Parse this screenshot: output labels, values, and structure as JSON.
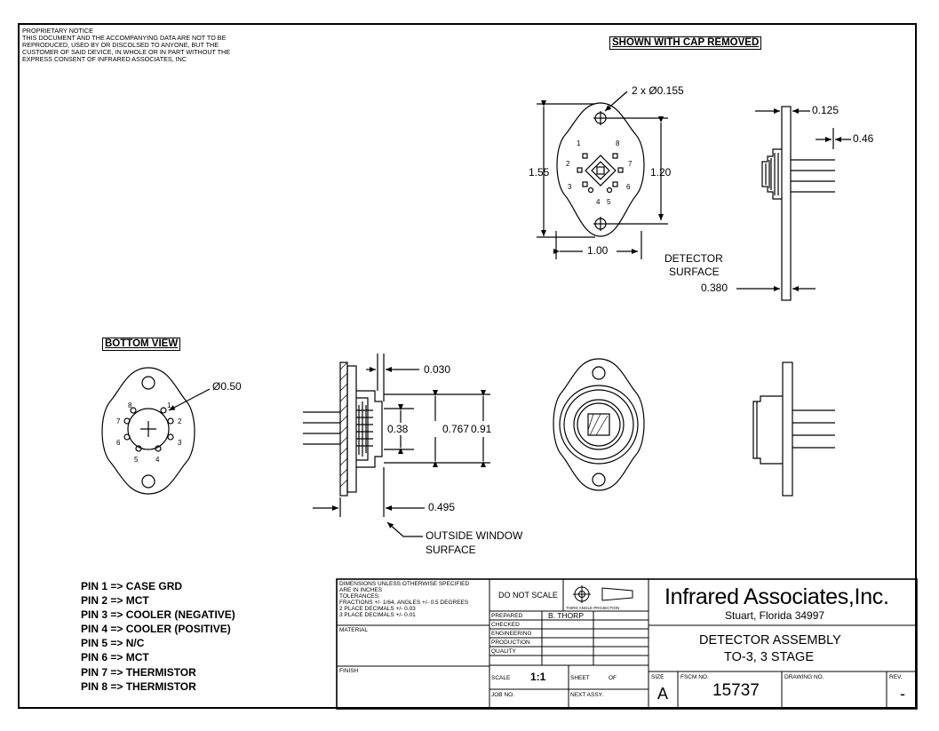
{
  "proprietary_notice": [
    "PROPRIETARY NOTICE",
    "THIS DOCUMENT AND THE ACCOMPANYING DATA ARE NOT TO BE",
    "REPRODUCED, USED BY OR DISCOLSED TO ANYONE, BUT THE",
    "CUSTOMER OF SAID DEVICE, IN WHOLE OR IN PART WITHOUT THE",
    "EXPRESS CONSENT OF INFRARED ASSOCIATES, INC"
  ],
  "views": {
    "top_title": "SHOWN WITH CAP REMOVED",
    "bottom_title": "BOTTOM VIEW"
  },
  "dimensions": {
    "holes": "2 x Ø0.155",
    "height": "1.55",
    "hole_spacing": "1.20",
    "width": "1.00",
    "flange_thickness": "0.125",
    "pin_length": "0.46",
    "detector_surface_label_1": "DETECTOR",
    "detector_surface_label_2": "SURFACE",
    "detector_surface_value": "0.380",
    "pin_circle": "Ø0.50",
    "window_offset": "0.030",
    "d1": "0.38",
    "d2": "0.767",
    "d3": "0.91",
    "window_distance": "0.495",
    "outside_window_1": "OUTSIDE WINDOW",
    "outside_window_2": "SURFACE"
  },
  "pin_numbers_top": [
    "1",
    "8",
    "2",
    "7",
    "3",
    "4",
    "5",
    "6"
  ],
  "pin_numbers_bottom": [
    "1",
    "2",
    "3",
    "4",
    "5",
    "6",
    "7",
    "8"
  ],
  "pins": [
    "PIN 1 => CASE GRD",
    "PIN 2 => MCT",
    "PIN 3 => COOLER (NEGATIVE)",
    "PIN 4 => COOLER (POSITIVE)",
    "PIN 5 => N/C",
    "PIN 6 => MCT",
    "PIN 7 => THERMISTOR",
    "PIN 8 => THERMISTOR"
  ],
  "title_block": {
    "tolerance_lines": [
      "DIMENSIONS UNLESS OTHERWISE SPECIFIED",
      "ARE IN INCHES",
      "TOLERANCES:",
      "FRACTIONS +/- 1/64, ANGLES +/- 0.5 DEGREES",
      "2 PLACE DECIMALS +/- 0.03",
      "3 PLACE DECIMALS +/- 0.01"
    ],
    "material_label": "MATERIAL",
    "finish_label": "FINISH",
    "do_not_scale": "DO NOT SCALE",
    "projection": "THIRD ANGLE PROJECTION",
    "prepared_label": "PREPARED",
    "prepared_by": "B. THORP",
    "checked_label": "CHECKED",
    "engineering_label": "ENGINEERING",
    "production_label": "PRODUCTION",
    "quality_label": "QUALITY",
    "scale_label": "SCALE",
    "scale_value": "1:1",
    "sheet_label": "SHEET",
    "of_label": "OF",
    "job_label": "JOB NO.",
    "next_assy_label": "NEXT ASSY.",
    "company": "Infrared Associates,Inc.",
    "location": "Stuart, Florida 34997",
    "drawing_title_1": "DETECTOR ASSEMBLY",
    "drawing_title_2": "TO-3,  3 STAGE",
    "size_label": "SIZE",
    "size_value": "A",
    "fscm_label": "FSCM NO.",
    "fscm_value": "15737",
    "drawing_no_label": "DRAWING NO.",
    "rev_label": "REV.",
    "rev_value": "-"
  }
}
